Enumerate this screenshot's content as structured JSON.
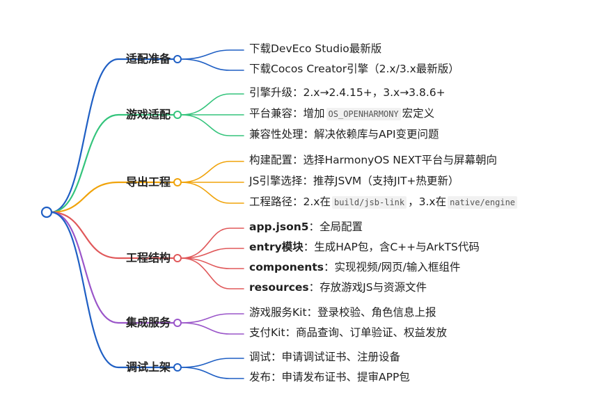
{
  "colors": {
    "root": "#1f5fc4",
    "适配准备": "#1f5fc4",
    "游戏适配": "#34c47c",
    "导出工程": "#f0a30a",
    "工程结构": "#e0585a",
    "集成服务": "#9a55c9",
    "调试上架": "#1f5fc4"
  },
  "branches": [
    {
      "label": "适配准备",
      "color_key": "适配准备",
      "leaves": [
        {
          "parts": [
            {
              "t": "下载DevEco Studio最新版"
            }
          ]
        },
        {
          "parts": [
            {
              "t": "下载Cocos Creator引擎（2.x/3.x最新版）"
            }
          ]
        }
      ]
    },
    {
      "label": "游戏适配",
      "color_key": "游戏适配",
      "leaves": [
        {
          "parts": [
            {
              "t": "引擎升级：2.x→2.4.15+，3.x→3.8.6+"
            }
          ]
        },
        {
          "parts": [
            {
              "t": "平台兼容：增加"
            },
            {
              "t": "OS_OPENHARMONY",
              "style": "code"
            },
            {
              "t": "宏定义"
            }
          ]
        },
        {
          "parts": [
            {
              "t": "兼容性处理：解决依赖库与API变更问题"
            }
          ]
        }
      ]
    },
    {
      "label": "导出工程",
      "color_key": "导出工程",
      "leaves": [
        {
          "parts": [
            {
              "t": "构建配置：选择HarmonyOS NEXT平台与屏幕朝向"
            }
          ]
        },
        {
          "parts": [
            {
              "t": "JS引擎选择：推荐JSVM（支持JIT+热更新）"
            }
          ]
        },
        {
          "parts": [
            {
              "t": "工程路径：2.x在"
            },
            {
              "t": "build/jsb-link",
              "style": "code"
            },
            {
              "t": "，3.x在"
            },
            {
              "t": "native/engine",
              "style": "code"
            }
          ]
        }
      ]
    },
    {
      "label": "工程结构",
      "color_key": "工程结构",
      "leaves": [
        {
          "parts": [
            {
              "t": "app.json5",
              "style": "bold"
            },
            {
              "t": "：全局配置"
            }
          ]
        },
        {
          "parts": [
            {
              "t": "entry模块",
              "style": "bold"
            },
            {
              "t": "：生成HAP包，含C++与ArkTS代码"
            }
          ]
        },
        {
          "parts": [
            {
              "t": "components",
              "style": "bold"
            },
            {
              "t": "：实现视频/网页/输入框组件"
            }
          ]
        },
        {
          "parts": [
            {
              "t": "resources",
              "style": "bold"
            },
            {
              "t": "：存放游戏JS与资源文件"
            }
          ]
        }
      ]
    },
    {
      "label": "集成服务",
      "color_key": "集成服务",
      "leaves": [
        {
          "parts": [
            {
              "t": "游戏服务Kit：登录校验、角色信息上报"
            }
          ]
        },
        {
          "parts": [
            {
              "t": "支付Kit：商品查询、订单验证、权益发放"
            }
          ]
        }
      ]
    },
    {
      "label": "调试上架",
      "color_key": "调试上架",
      "leaves": [
        {
          "parts": [
            {
              "t": "调试：申请调试证书、注册设备"
            }
          ]
        },
        {
          "parts": [
            {
              "t": "发布：申请发布证书、提审APP包"
            }
          ]
        }
      ]
    }
  ]
}
